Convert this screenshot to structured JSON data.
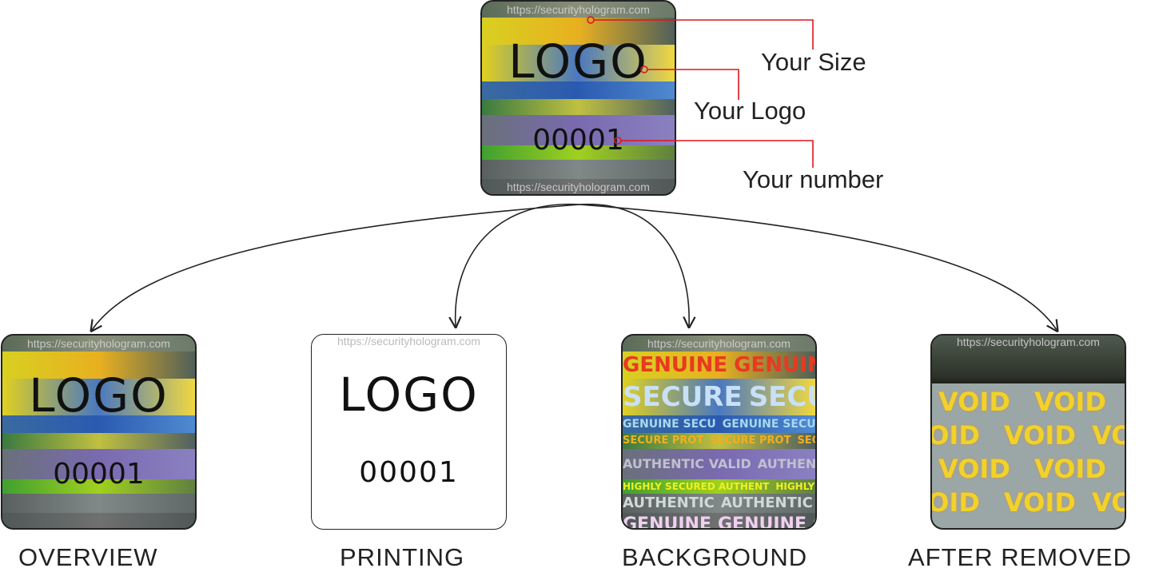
{
  "watermark": "https://securityhologram.com",
  "sample": {
    "logo": "LOGO",
    "number": "00001"
  },
  "callouts": [
    {
      "label": "Your Size"
    },
    {
      "label": "Your Logo"
    },
    {
      "label": "Your number"
    }
  ],
  "stages": [
    {
      "label": "OVERVIEW"
    },
    {
      "label": "PRINTING"
    },
    {
      "label": "BACKGROUND"
    },
    {
      "label": "AFTER REMOVED"
    }
  ],
  "hologram_words": [
    "GENUINE",
    "SECURE",
    "GENUINE SECU",
    "SECURE PROT",
    "AUTHENTIC VALID",
    "HIGHLY SECURED AUTHENT",
    "AUTHENTIC",
    "GENUINE"
  ],
  "void_word": "VOID",
  "colors": {
    "callout_line": "#e0141e",
    "arrow": "#222222"
  }
}
